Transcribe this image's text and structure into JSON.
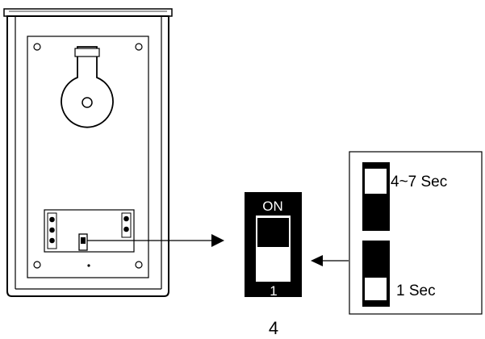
{
  "dip_switch": {
    "on_label": "ON",
    "position_label": "1"
  },
  "settings_detail": {
    "long_duration_label": "4~7 Sec",
    "short_duration_label": "1 Sec"
  },
  "figure_number": "4"
}
